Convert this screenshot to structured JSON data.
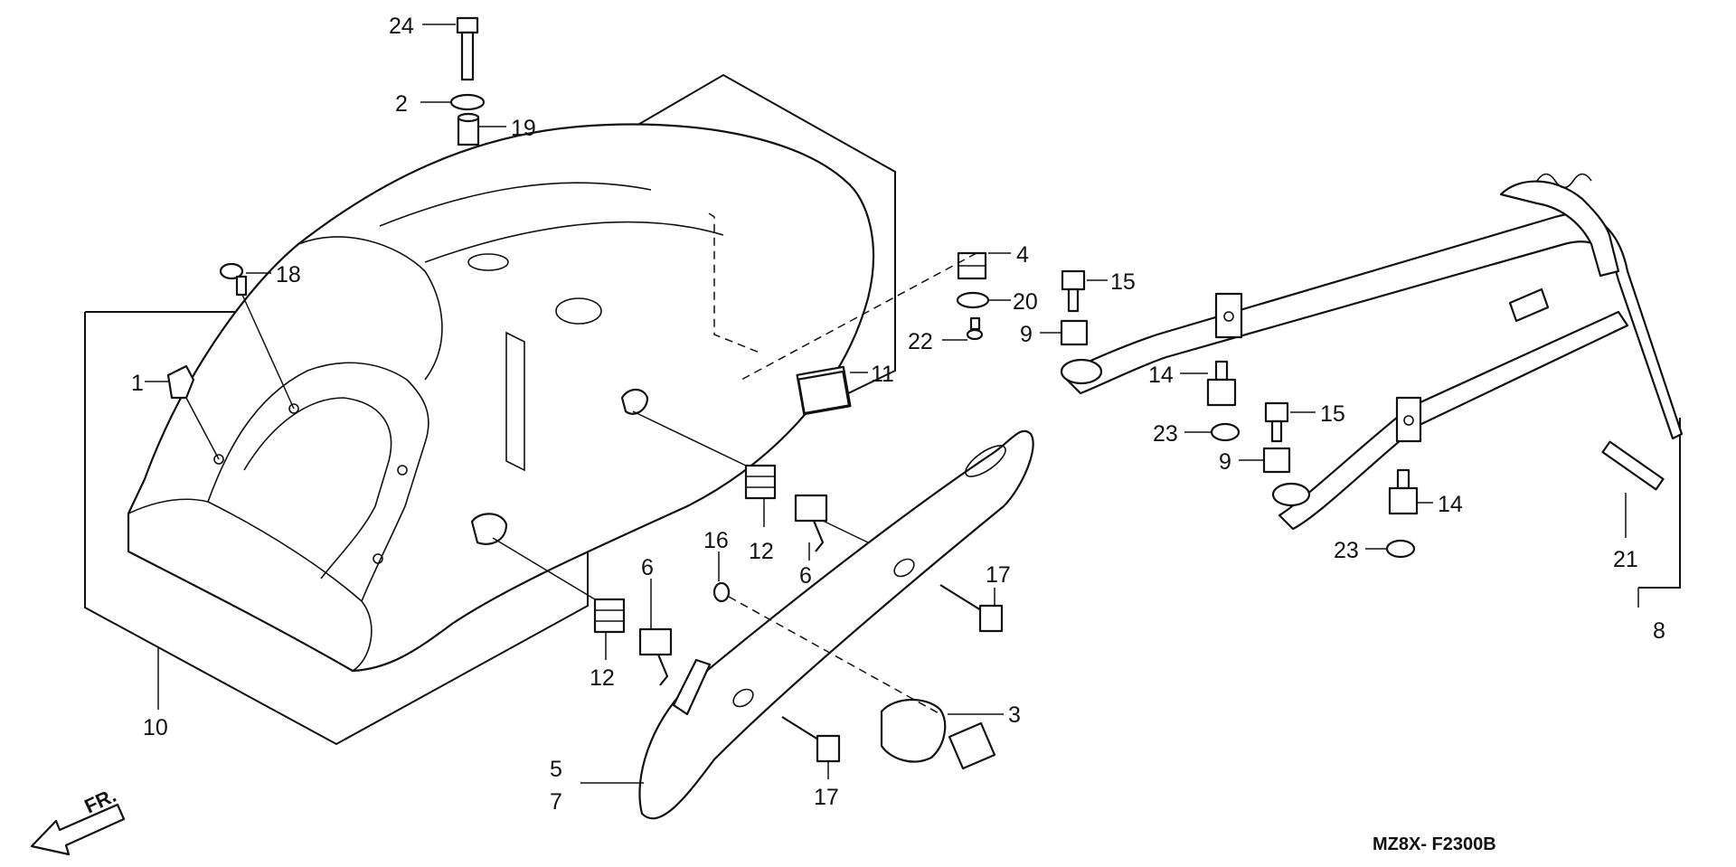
{
  "diagram": {
    "code": "MZ8X- F2300B",
    "front_marker": "FR.",
    "labels": {
      "l1": "1",
      "l2": "2",
      "l3": "3",
      "l4": "4",
      "l5": "5",
      "l6a": "6",
      "l6b": "6",
      "l7": "7",
      "l8": "8",
      "l9a": "9",
      "l9b": "9",
      "l10": "10",
      "l11": "11",
      "l12a": "12",
      "l12b": "12",
      "l14a": "14",
      "l14b": "14",
      "l15a": "15",
      "l15b": "15",
      "l16": "16",
      "l17a": "17",
      "l17b": "17",
      "l18": "18",
      "l19": "19",
      "l20": "20",
      "l21": "21",
      "l22": "22",
      "l23a": "23",
      "l23b": "23",
      "l24": "24"
    }
  }
}
